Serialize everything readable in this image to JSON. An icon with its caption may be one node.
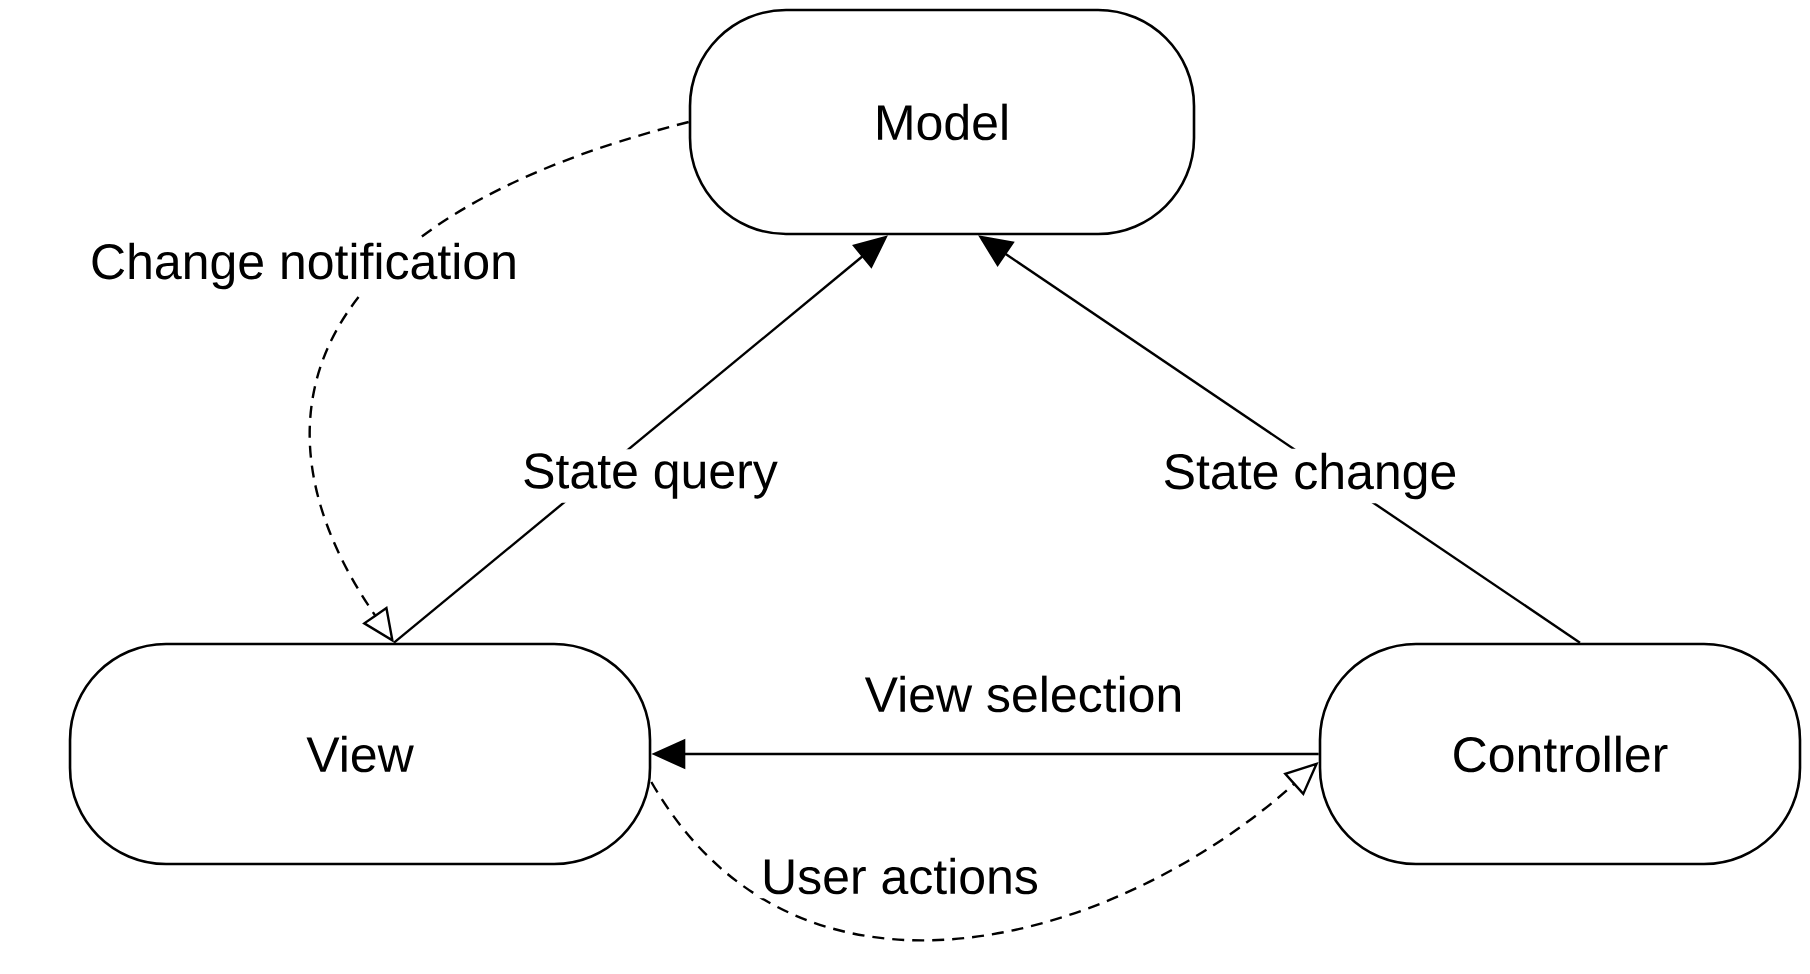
{
  "diagram": {
    "nodes": [
      {
        "text": [
          "Model"
        ]
      },
      {
        "text": [
          "View"
        ]
      },
      {
        "text": [
          "Controller"
        ]
      }
    ],
    "edges": [
      {
        "from": 1,
        "to": 0,
        "arrow": "to",
        "label": "State query"
      },
      {
        "from": 2,
        "to": 0,
        "arrow": "to",
        "label": "State change"
      },
      {
        "from": 2,
        "to": 1,
        "arrow": "to",
        "label": "View selection"
      },
      {
        "from": 0,
        "to": 1,
        "arrow": "to",
        "label": "Change notification",
        "style": "dashed"
      },
      {
        "from": 1,
        "to": 2,
        "arrow": "to",
        "label": "User actions",
        "style": "dashed"
      }
    ]
  }
}
